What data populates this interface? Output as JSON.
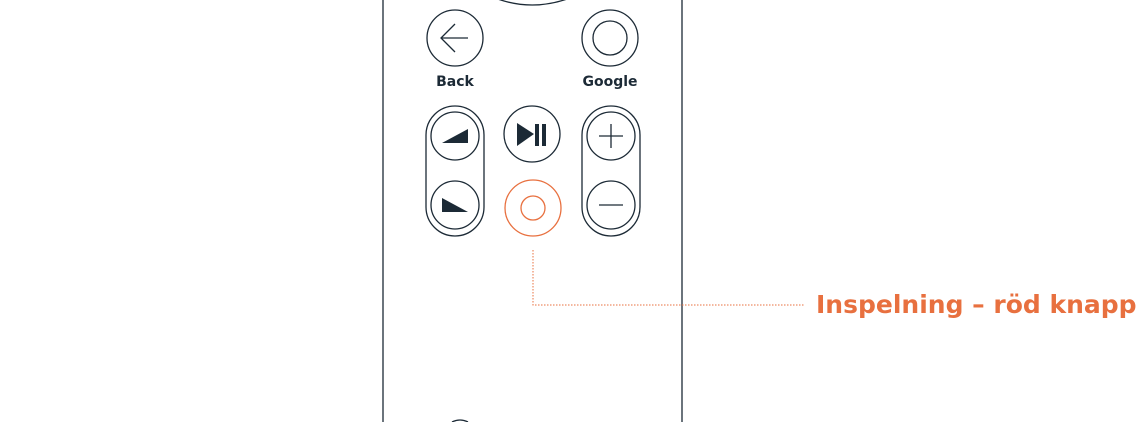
{
  "labels": {
    "back": "Back",
    "google": "Google"
  },
  "callout": {
    "text": "Inspelning – röd knapp"
  },
  "colors": {
    "ink": "#1c2a36",
    "accent": "#e8703f"
  },
  "icons": [
    "back-arrow-icon",
    "google-circle-icon",
    "volume-up-icon",
    "volume-down-icon",
    "play-pause-icon",
    "record-icon",
    "plus-icon",
    "minus-icon"
  ]
}
